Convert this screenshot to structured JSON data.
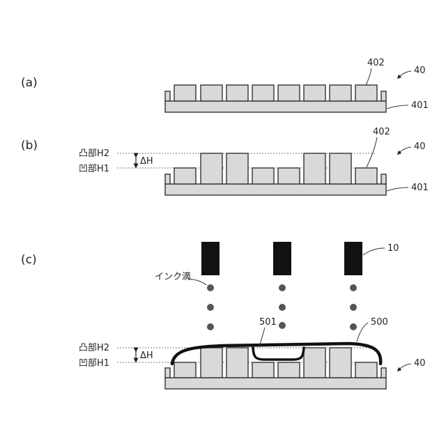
{
  "panels": {
    "a": "(a)",
    "b": "(b)",
    "c": "(c)"
  },
  "refs": {
    "substrate_unit": "40",
    "base": "401",
    "cells": "402",
    "head": "10",
    "ink_layer": "500",
    "recess_fill": "501"
  },
  "levels": {
    "convex": "凸部H2",
    "concave": "凹部H1",
    "delta": "ΔH"
  },
  "ink_drop_label": "インク滴"
}
